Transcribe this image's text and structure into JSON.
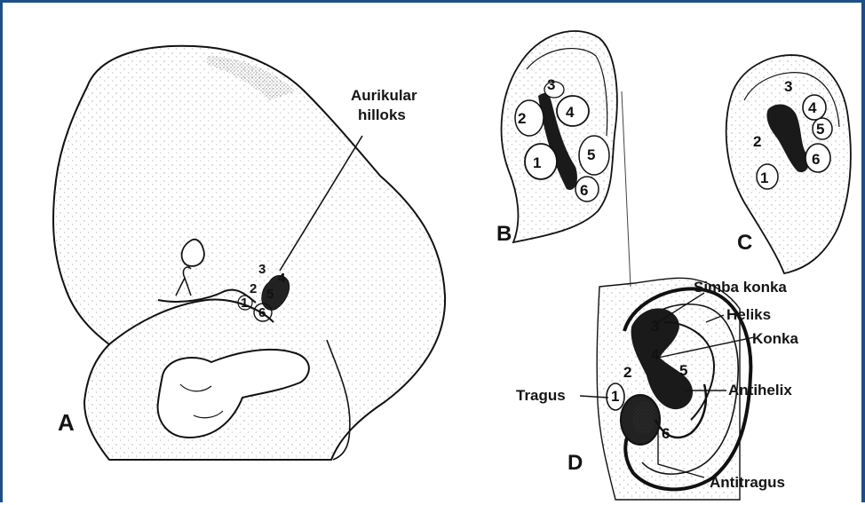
{
  "panels": {
    "a": "A",
    "b": "B",
    "c": "C",
    "d": "D"
  },
  "hillock_numbers": [
    "1",
    "2",
    "3",
    "4",
    "5",
    "6"
  ],
  "labels": {
    "aurikular_line1": "Aurikular",
    "aurikular_line2": "hilloks",
    "simba_konka": "Simba konka",
    "heliks": "Heliks",
    "konka": "Konka",
    "antihelix": "Antihelix",
    "tragus": "Tragus",
    "antitragus": "Antitragus"
  },
  "colors": {
    "frame": "#1d4f86",
    "ink": "#141414"
  }
}
